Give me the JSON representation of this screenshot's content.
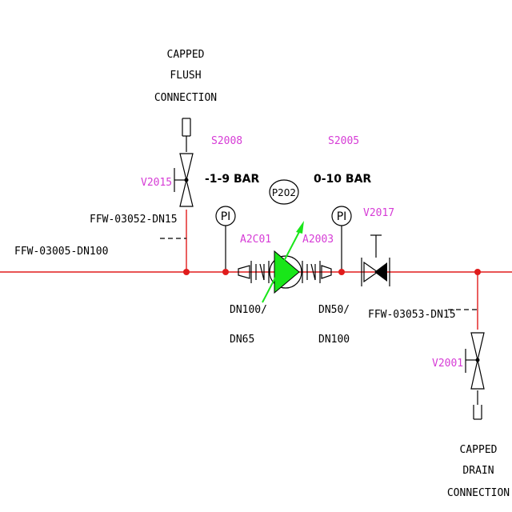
{
  "notes": {
    "flush": [
      "CAPPED",
      "FLUSH",
      "CONNECTION"
    ],
    "drain": [
      "CAPPED",
      "DRAIN",
      "CONNECTION"
    ]
  },
  "lines": {
    "main": "FFW-03005-DN100",
    "flush_branch": "FFW-03052-DN15",
    "drain_branch": "FFW-03053-DN15"
  },
  "instruments": {
    "suction": {
      "tag": "S2008",
      "range": "-1-9 BAR",
      "symbol": "PI"
    },
    "discharge": {
      "tag": "S2005",
      "range": "0-10 BAR",
      "symbol": "PI"
    }
  },
  "pump": {
    "tag": "P202"
  },
  "valves": {
    "flush": "V2015",
    "check": "V2017",
    "drain": "V2001"
  },
  "reducers": {
    "suction": {
      "tag": "A2C01",
      "size": [
        "DN100/",
        "DN65"
      ]
    },
    "discharge": {
      "tag": "A2003",
      "size": [
        "DN50/",
        "DN100"
      ]
    }
  },
  "colors": {
    "process_line": "#e01b1b",
    "tag_text": "#d63cd6",
    "pump_fill": "#19e619"
  }
}
